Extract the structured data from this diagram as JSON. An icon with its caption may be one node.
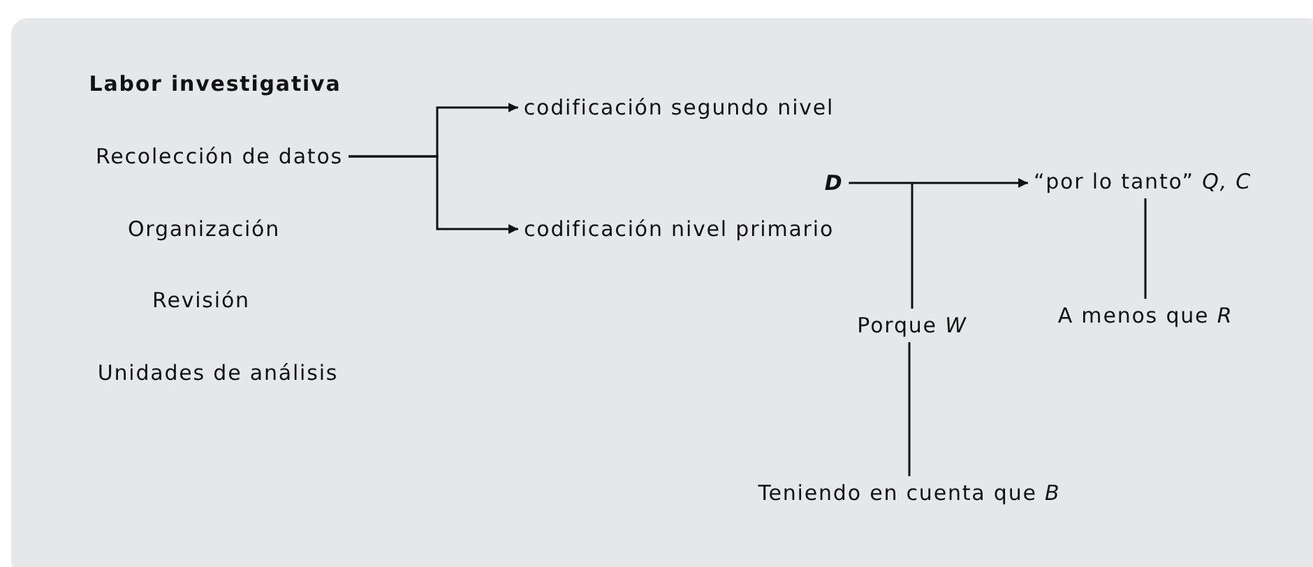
{
  "diagram": {
    "title": "Labor investigativa",
    "nodes": [
      {
        "text": [
          "Recolección de datos"
        ]
      },
      {
        "text": [
          "codificación segundo nivel"
        ]
      },
      {
        "text": [
          "codificación nivel primario"
        ]
      },
      {
        "text": [
          "D"
        ]
      },
      {
        "text": [
          "“por lo tanto” *Q, C*"
        ]
      },
      {
        "text": [
          "Porque *W*"
        ]
      },
      {
        "text": [
          "A menos que *R*"
        ]
      },
      {
        "text": [
          "Teniendo en cuenta que *B*"
        ]
      }
    ],
    "edges": [
      {
        "from": 0,
        "to": 1,
        "arrow": "to"
      },
      {
        "from": 0,
        "to": 2,
        "arrow": "to"
      },
      {
        "from": 3,
        "to": 4,
        "arrow": "to"
      },
      {
        "from": 5,
        "to": null,
        "arrow": "none"
      },
      {
        "from": 6,
        "to": 4,
        "arrow": "none"
      },
      {
        "from": 7,
        "to": 5,
        "arrow": "none"
      }
    ],
    "labels": [
      "Organización",
      "Revisión",
      "Unidades de análisis"
    ]
  }
}
